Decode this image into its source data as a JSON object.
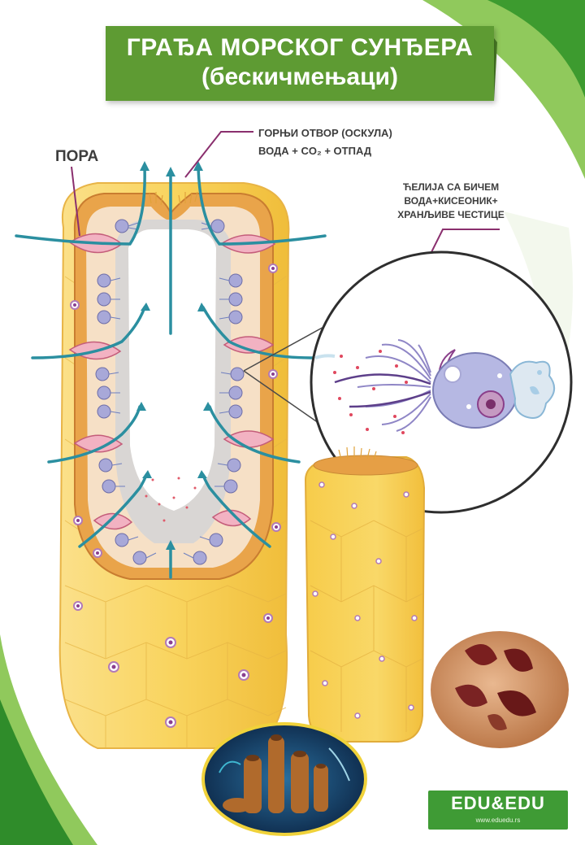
{
  "title": {
    "line1": "ГРАЂА МОРСКОГ СУНЂЕРА",
    "line2": "(бескичмењаци)"
  },
  "labels": {
    "pore": "ПОРА",
    "osculum_line1": "ГОРЊИ ОТВОР (ОСКУЛА)",
    "osculum_line2": "ВОДА + CO₂ + ОТПАД",
    "flagellated_cell": [
      "ЋЕЛИЈА СА БИЧЕМ",
      "ВОДА+КИСЕОНИК+",
      "ХРАНЉИВЕ ЧЕСТИЦЕ"
    ]
  },
  "logo": {
    "text": "EDU&EDU",
    "url": "www.eduedu.rs"
  },
  "colors": {
    "title_green": "#5e9b33",
    "sponge_yellow": "#f7cf4f",
    "sponge_wall": "#e9a44a",
    "arrow_teal": "#2b8fa0",
    "pointer_purple": "#8a2f6e"
  }
}
